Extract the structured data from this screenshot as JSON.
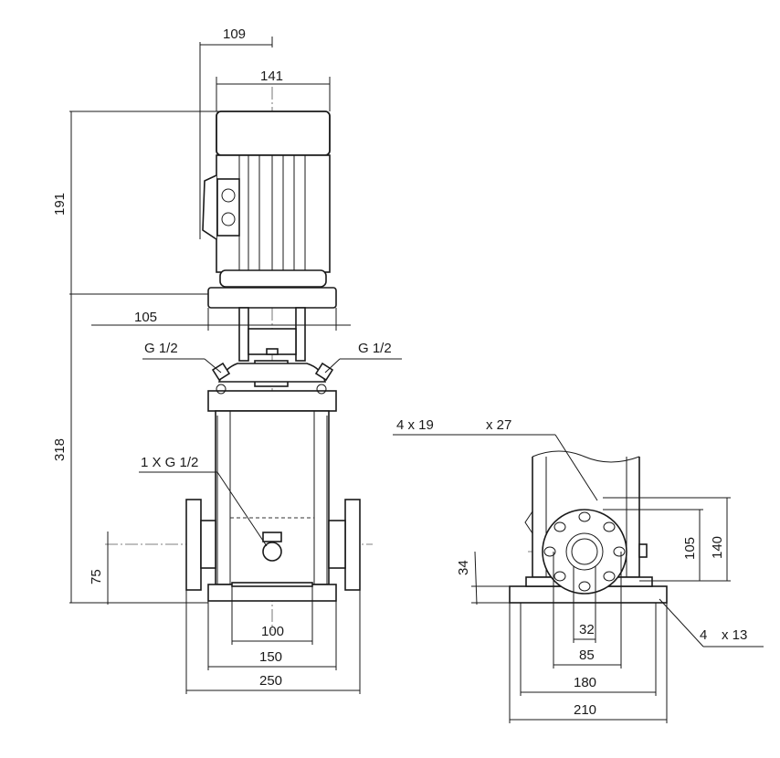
{
  "dimensions": {
    "top_offset": "109",
    "motor_width": "141",
    "motor_height": "191",
    "pump_height": "318",
    "gauge_offset": "105",
    "gauge_left": "G 1/2",
    "gauge_right": "G 1/2",
    "drain": "1 X G 1/2",
    "port_height": "75",
    "base_100": "100",
    "base_150": "150",
    "base_250": "250",
    "flange_holes": "4 x 19",
    "flange_holes_sep": "x 27",
    "flange_105": "105",
    "flange_140": "140",
    "side_34": "34",
    "bore_32": "32",
    "bore_85": "85",
    "side_180": "180",
    "side_210": "210",
    "foot_holes_count": "4",
    "foot_holes_sep": "x 13"
  }
}
